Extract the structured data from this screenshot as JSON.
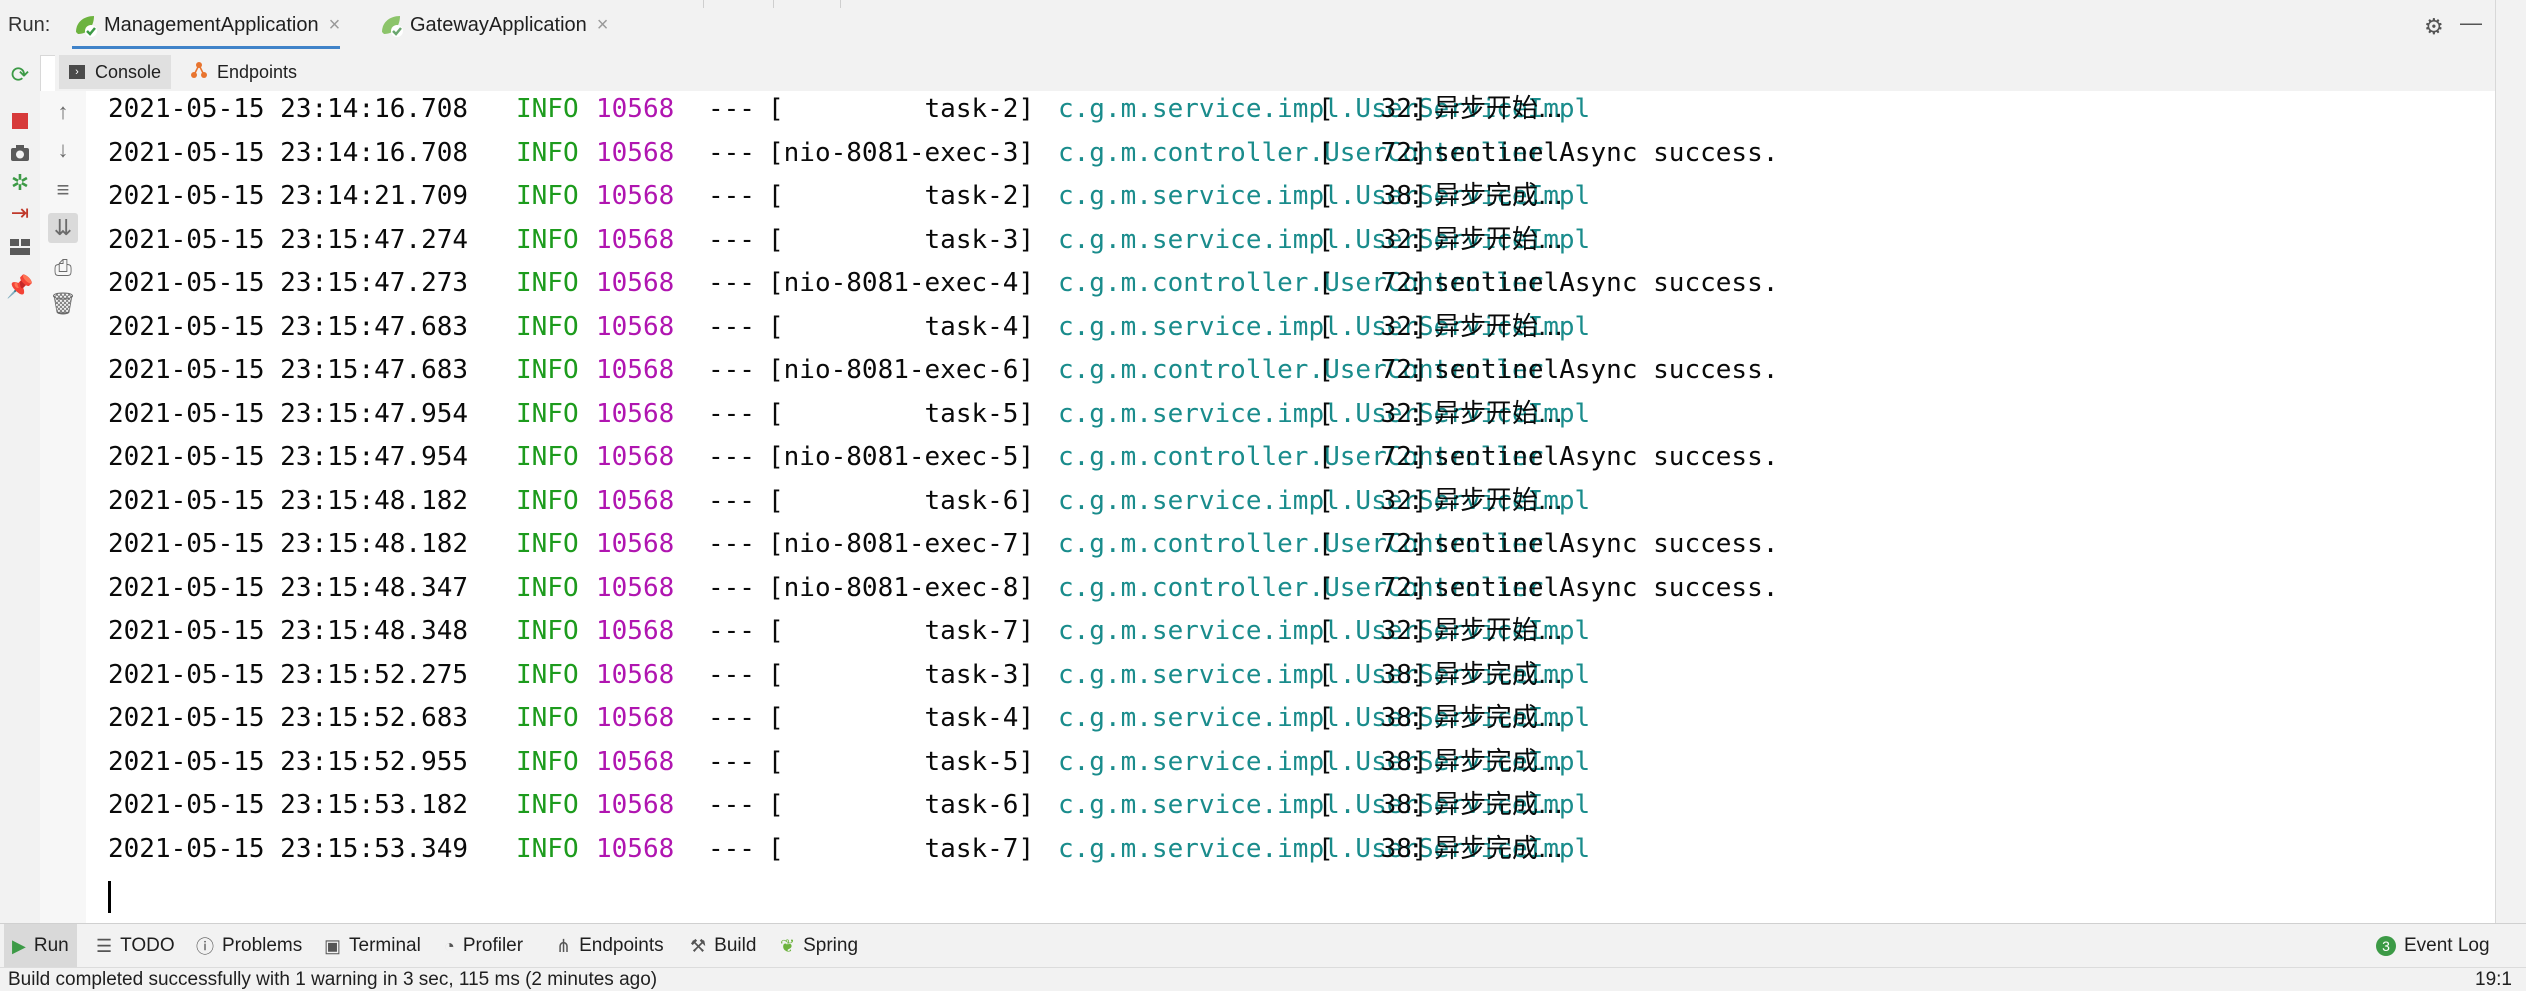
{
  "run_header": {
    "label": "Run:",
    "tabs": [
      {
        "label": "ManagementApplication",
        "active": true
      },
      {
        "label": "GatewayApplication",
        "active": false
      }
    ],
    "close_glyph": "×"
  },
  "subtabs": [
    {
      "label": "Console",
      "icon": "console-icon"
    },
    {
      "label": "Endpoints",
      "icon": "endpoints-icon"
    }
  ],
  "console_lines": [
    {
      "ts": "2021-05-15 23:14:16.708",
      "level": "INFO",
      "pid": "10568",
      "sep": "---",
      "thread": "[         task-2]",
      "logger": "c.g.m.service.impl.UserServiceImpl",
      "line": "[   32]",
      "message": "异步开始..."
    },
    {
      "ts": "2021-05-15 23:14:16.708",
      "level": "INFO",
      "pid": "10568",
      "sep": "---",
      "thread": "[nio-8081-exec-3]",
      "logger": "c.g.m.controller.UserController",
      "line": "[   72]",
      "message": "sentinelAsync success."
    },
    {
      "ts": "2021-05-15 23:14:21.709",
      "level": "INFO",
      "pid": "10568",
      "sep": "---",
      "thread": "[         task-2]",
      "logger": "c.g.m.service.impl.UserServiceImpl",
      "line": "[   38]",
      "message": "异步完成..."
    },
    {
      "ts": "2021-05-15 23:15:47.274",
      "level": "INFO",
      "pid": "10568",
      "sep": "---",
      "thread": "[         task-3]",
      "logger": "c.g.m.service.impl.UserServiceImpl",
      "line": "[   32]",
      "message": "异步开始..."
    },
    {
      "ts": "2021-05-15 23:15:47.273",
      "level": "INFO",
      "pid": "10568",
      "sep": "---",
      "thread": "[nio-8081-exec-4]",
      "logger": "c.g.m.controller.UserController",
      "line": "[   72]",
      "message": "sentinelAsync success."
    },
    {
      "ts": "2021-05-15 23:15:47.683",
      "level": "INFO",
      "pid": "10568",
      "sep": "---",
      "thread": "[         task-4]",
      "logger": "c.g.m.service.impl.UserServiceImpl",
      "line": "[   32]",
      "message": "异步开始..."
    },
    {
      "ts": "2021-05-15 23:15:47.683",
      "level": "INFO",
      "pid": "10568",
      "sep": "---",
      "thread": "[nio-8081-exec-6]",
      "logger": "c.g.m.controller.UserController",
      "line": "[   72]",
      "message": "sentinelAsync success."
    },
    {
      "ts": "2021-05-15 23:15:47.954",
      "level": "INFO",
      "pid": "10568",
      "sep": "---",
      "thread": "[         task-5]",
      "logger": "c.g.m.service.impl.UserServiceImpl",
      "line": "[   32]",
      "message": "异步开始..."
    },
    {
      "ts": "2021-05-15 23:15:47.954",
      "level": "INFO",
      "pid": "10568",
      "sep": "---",
      "thread": "[nio-8081-exec-5]",
      "logger": "c.g.m.controller.UserController",
      "line": "[   72]",
      "message": "sentinelAsync success."
    },
    {
      "ts": "2021-05-15 23:15:48.182",
      "level": "INFO",
      "pid": "10568",
      "sep": "---",
      "thread": "[         task-6]",
      "logger": "c.g.m.service.impl.UserServiceImpl",
      "line": "[   32]",
      "message": "异步开始..."
    },
    {
      "ts": "2021-05-15 23:15:48.182",
      "level": "INFO",
      "pid": "10568",
      "sep": "---",
      "thread": "[nio-8081-exec-7]",
      "logger": "c.g.m.controller.UserController",
      "line": "[   72]",
      "message": "sentinelAsync success."
    },
    {
      "ts": "2021-05-15 23:15:48.347",
      "level": "INFO",
      "pid": "10568",
      "sep": "---",
      "thread": "[nio-8081-exec-8]",
      "logger": "c.g.m.controller.UserController",
      "line": "[   72]",
      "message": "sentinelAsync success."
    },
    {
      "ts": "2021-05-15 23:15:48.348",
      "level": "INFO",
      "pid": "10568",
      "sep": "---",
      "thread": "[         task-7]",
      "logger": "c.g.m.service.impl.UserServiceImpl",
      "line": "[   32]",
      "message": "异步开始..."
    },
    {
      "ts": "2021-05-15 23:15:52.275",
      "level": "INFO",
      "pid": "10568",
      "sep": "---",
      "thread": "[         task-3]",
      "logger": "c.g.m.service.impl.UserServiceImpl",
      "line": "[   38]",
      "message": "异步完成..."
    },
    {
      "ts": "2021-05-15 23:15:52.683",
      "level": "INFO",
      "pid": "10568",
      "sep": "---",
      "thread": "[         task-4]",
      "logger": "c.g.m.service.impl.UserServiceImpl",
      "line": "[   38]",
      "message": "异步完成..."
    },
    {
      "ts": "2021-05-15 23:15:52.955",
      "level": "INFO",
      "pid": "10568",
      "sep": "---",
      "thread": "[         task-5]",
      "logger": "c.g.m.service.impl.UserServiceImpl",
      "line": "[   38]",
      "message": "异步完成..."
    },
    {
      "ts": "2021-05-15 23:15:53.182",
      "level": "INFO",
      "pid": "10568",
      "sep": "---",
      "thread": "[         task-6]",
      "logger": "c.g.m.service.impl.UserServiceImpl",
      "line": "[   38]",
      "message": "异步完成..."
    },
    {
      "ts": "2021-05-15 23:15:53.349",
      "level": "INFO",
      "pid": "10568",
      "sep": "---",
      "thread": "[         task-7]",
      "logger": "c.g.m.service.impl.UserServiceImpl",
      "line": "[   38]",
      "message": "异步完成..."
    }
  ],
  "bottom_tools": [
    {
      "label": "Run",
      "icon": "run-icon",
      "active": true
    },
    {
      "label": "TODO",
      "icon": "todo-icon",
      "active": false
    },
    {
      "label": "Problems",
      "icon": "problems-icon",
      "active": false
    },
    {
      "label": "Terminal",
      "icon": "terminal-icon",
      "active": false
    },
    {
      "label": "Profiler",
      "icon": "profiler-icon",
      "active": false
    },
    {
      "label": "Endpoints",
      "icon": "endpoints-icon",
      "active": false
    },
    {
      "label": "Build",
      "icon": "build-icon",
      "active": false
    },
    {
      "label": "Spring",
      "icon": "spring-icon",
      "active": false
    }
  ],
  "event_log": {
    "label": "Event Log",
    "count": "3"
  },
  "status_bar": {
    "message": "Build completed successfully with 1 warning in 3 sec, 115 ms (2 minutes ago)",
    "position": "19:1"
  },
  "colors": {
    "level_info": "#1d9b1d",
    "pid": "#b015b0",
    "logger": "#1a8c8c",
    "stop_button": "#d73a3a",
    "rerun_button": "#3c9a46",
    "active_tab_underline": "#4083c9"
  }
}
